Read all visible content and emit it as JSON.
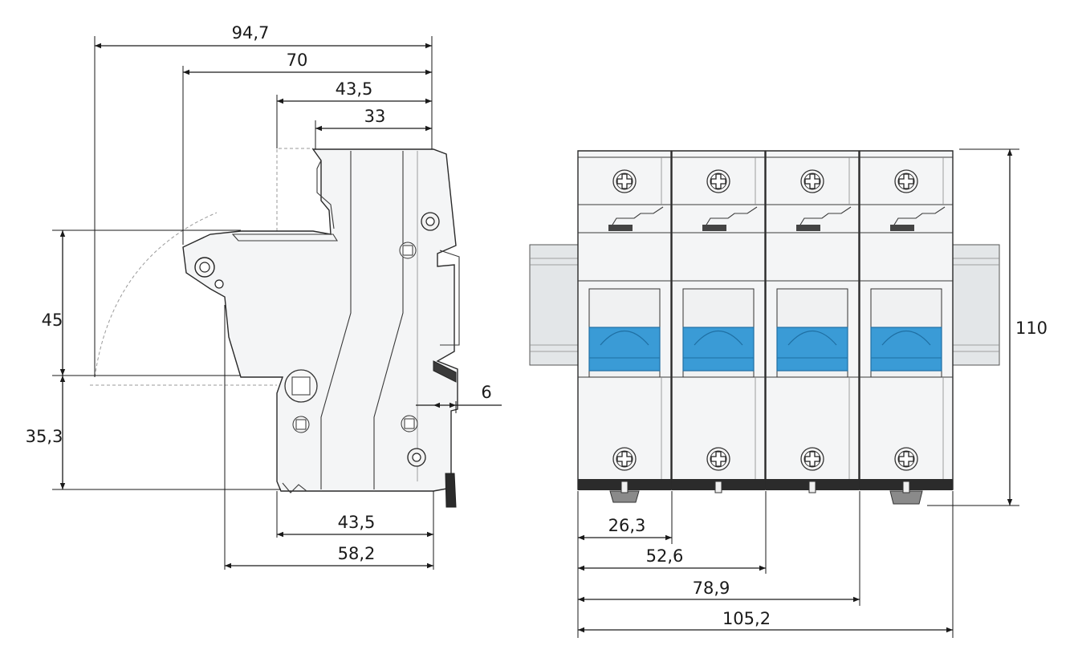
{
  "dimensions": {
    "side_view": {
      "width_total": "94,7",
      "width_70": "70",
      "width_43_5_top": "43,5",
      "width_33": "33",
      "height_45": "45",
      "height_35_3": "35,3",
      "offset_6": "6",
      "width_43_5_bottom": "43,5",
      "width_58_2": "58,2"
    },
    "front_view": {
      "height_110": "110",
      "width_1_pole": "26,3",
      "width_2_pole": "52,6",
      "width_3_pole": "78,9",
      "width_4_pole": "105,2"
    }
  },
  "colors": {
    "handle_blue": "#3a9bd6",
    "handle_blue_dark": "#1f6fa3",
    "line": "#1a1a1a",
    "body_fill": "#f4f5f6",
    "rail_fill": "#e3e6e8",
    "base_dark": "#2b2b2b"
  },
  "icons": {
    "terminal_screw": "cross-slot-screw-icon"
  },
  "front_view_pole_count": 4
}
